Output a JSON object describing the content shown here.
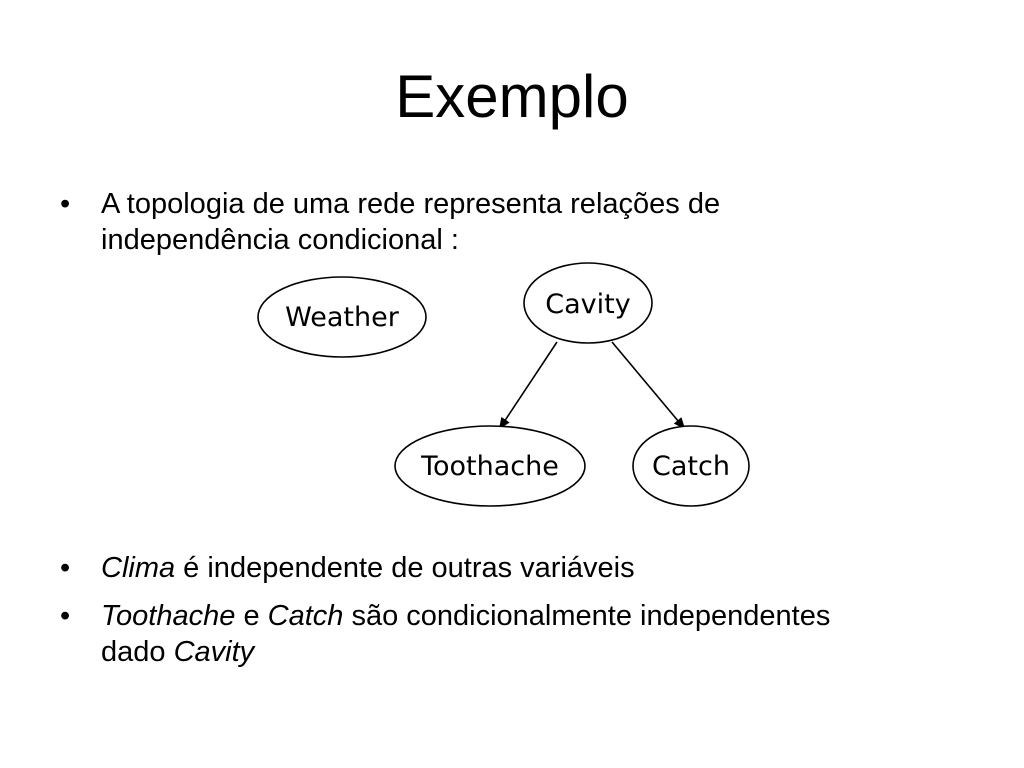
{
  "slide": {
    "title": "Exemplo",
    "bullet_marker": "•",
    "bullet1": {
      "text": "A topologia de uma rede representa relações de independência condicional :"
    },
    "bullet2": {
      "part1_italic": "Clima",
      "part2": " é independente de outras variáveis"
    },
    "bullet3": {
      "part1_italic": "Toothache",
      "part2": " e ",
      "part3_italic": "Catch",
      "part4": " são condicionalmente independentes dado ",
      "part5_italic": "Cavity"
    }
  },
  "diagram": {
    "nodes": {
      "weather": "Weather",
      "cavity": "Cavity",
      "toothache": "Toothache",
      "catch": "Catch"
    },
    "edges": [
      {
        "from": "Cavity",
        "to": "Toothache"
      },
      {
        "from": "Cavity",
        "to": "Catch"
      }
    ]
  }
}
